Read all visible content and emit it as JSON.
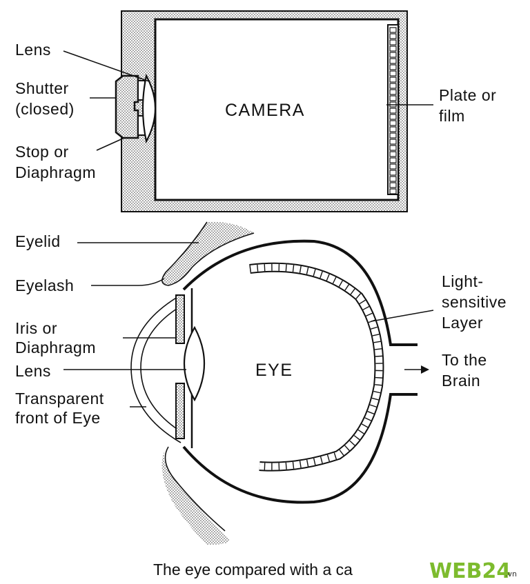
{
  "camera": {
    "title": "CAMERA",
    "labels": {
      "lens": "Lens",
      "shutter_1": "Shutter",
      "shutter_2": "(closed)",
      "stop_1": "Stop or",
      "stop_2": "Diaphragm",
      "plate_1": "Plate or",
      "plate_2": "film"
    }
  },
  "eye": {
    "title": "EYE",
    "labels": {
      "eyelid": "Eyelid",
      "eyelash": "Eyelash",
      "iris_1": "Iris or",
      "iris_2": "Diaphragm",
      "lens": "Lens",
      "front_1": "Transparent",
      "front_2": "front of Eye",
      "light_1": "Light-",
      "light_2": "sensitive",
      "light_3": "Layer",
      "brain_1": "To the",
      "brain_2": "Brain"
    }
  },
  "caption": "The eye compared with a ca",
  "watermark": {
    "brand": "WEB24",
    "suffix": ".vn"
  },
  "colors": {
    "ink": "#111111",
    "watermark_green": "#7dbb2e"
  }
}
